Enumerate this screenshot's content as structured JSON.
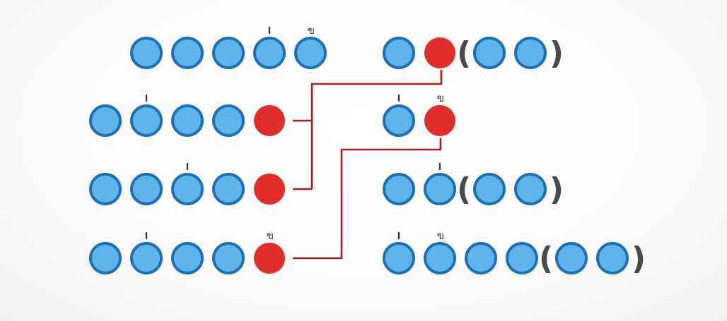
{
  "colors": {
    "blue_fill": "#5db5ea",
    "blue_stroke": "#1f6fb4",
    "red_fill": "#e22d2d",
    "connector": "#a61e22",
    "mark": "#3a3a3a",
    "paren": "#4a4a4a"
  },
  "marks": {
    "short": "ˈ",
    "hook": "ข"
  },
  "left_rows": [
    [
      "blue",
      "blue",
      "blue",
      "blue-short",
      "blue-hook"
    ],
    [
      "blue",
      "blue-short",
      "blue",
      "blue",
      "red"
    ],
    [
      "blue",
      "blue",
      "blue-short",
      "blue",
      "red"
    ],
    [
      "blue",
      "blue-short",
      "blue",
      "blue",
      "red-hook"
    ]
  ],
  "right_rows": [
    {
      "main": [
        "blue",
        "red"
      ],
      "paren": [
        "blue",
        "blue"
      ]
    },
    {
      "main": [
        "blue-short",
        "red-hook"
      ],
      "paren": []
    },
    {
      "main": [
        "blue",
        "blue-short"
      ],
      "paren": [
        "blue",
        "blue"
      ]
    },
    {
      "main": [
        "blue-short",
        "blue-hook",
        "blue",
        "blue"
      ],
      "paren": [
        "blue",
        "blue"
      ]
    }
  ],
  "parens": {
    "open": "(",
    "close": ")"
  }
}
